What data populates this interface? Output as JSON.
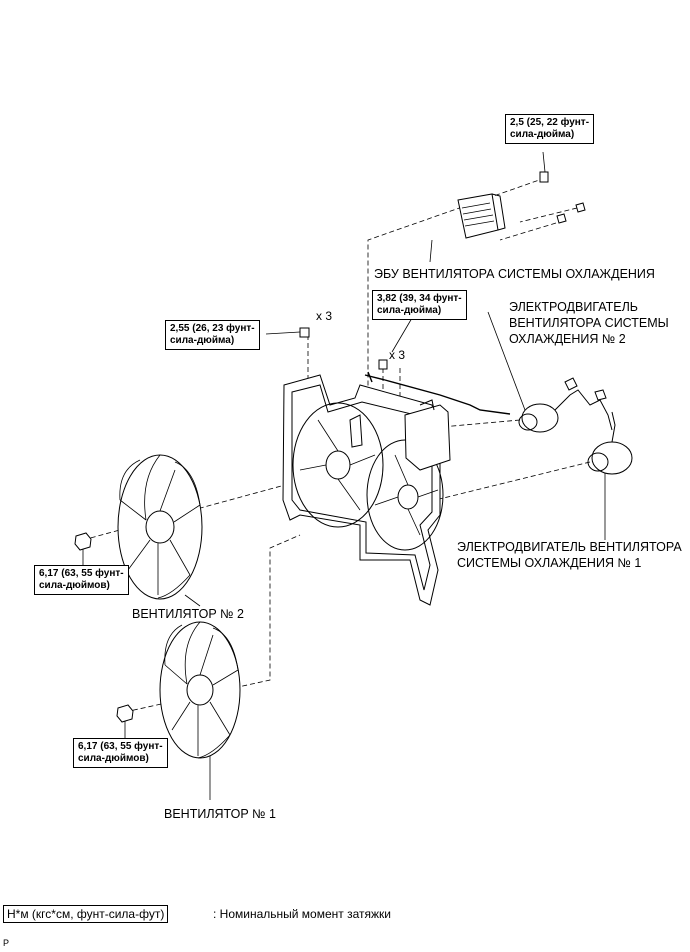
{
  "torque_specs": {
    "ecu_bolt": "2,5 (25, 22 фунт-\nсила-дюйма)",
    "shroud_bolt": "2,55 (26, 23 фунт-\nсила-дюйма)",
    "motor_screw": "3,82 (39, 34 фунт-\nсила-дюйма)",
    "fan2_nut": "6,17 (63, 55 фунт-\nсила-дюймов)",
    "fan1_nut": "6,17 (63, 55 фунт-\nсила-дюймов)"
  },
  "quantities": {
    "shroud_bolts": "x 3",
    "motor_screws": "x 3"
  },
  "parts": {
    "ecu": "ЭБУ ВЕНТИЛЯТОРА СИСТЕМЫ ОХЛАЖДЕНИЯ",
    "motor2": "ЭЛЕКТРОДВИГАТЕЛЬ\nВЕНТИЛЯТОРА СИСТЕМЫ\nОХЛАЖДЕНИЯ № 2",
    "motor1": "ЭЛЕКТРОДВИГАТЕЛЬ ВЕНТИЛЯТОРА\nСИСТЕМЫ ОХЛАЖДЕНИЯ № 1",
    "fan2": "ВЕНТИЛЯТОР № 2",
    "fan1": "ВЕНТИЛЯТОР № 1"
  },
  "legend": {
    "unit_box": "Н*м (кгс*см, фунт-сила-фут)",
    "description": ": Номинальный момент затяжки"
  },
  "page_mark": "P"
}
